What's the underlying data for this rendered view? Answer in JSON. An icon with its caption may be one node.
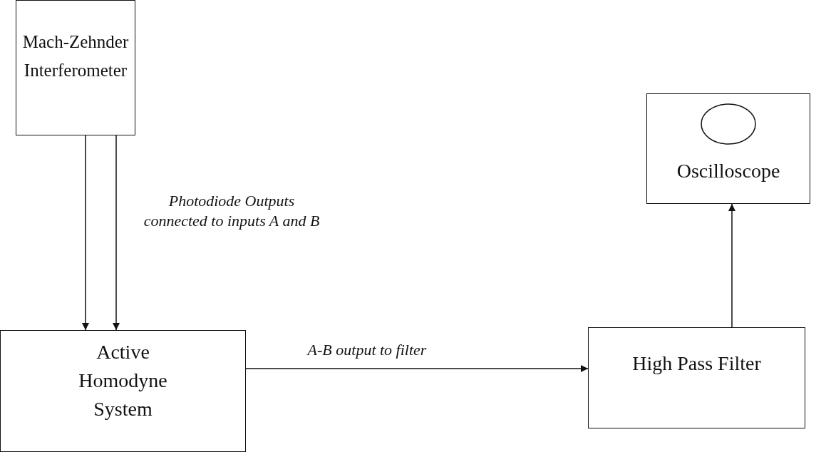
{
  "diagram": {
    "nodes": [
      {
        "text": [
          "Mach-Zehnder Interferometer"
        ]
      },
      {
        "text": [
          "Active Homodyne System"
        ]
      },
      {
        "text": [
          "High Pass Filter"
        ]
      },
      {
        "text": [
          "Oscilloscope"
        ]
      }
    ],
    "edges": [
      {
        "from": 0,
        "to": 1,
        "arrow": "to"
      },
      {
        "from": 0,
        "to": 1,
        "arrow": "to",
        "label": "Photodiode Outputs connected to inputs A and B"
      },
      {
        "from": 1,
        "to": 2,
        "arrow": "to",
        "label": "A-B output to filter"
      },
      {
        "from": 2,
        "to": 3,
        "arrow": "to"
      }
    ]
  }
}
